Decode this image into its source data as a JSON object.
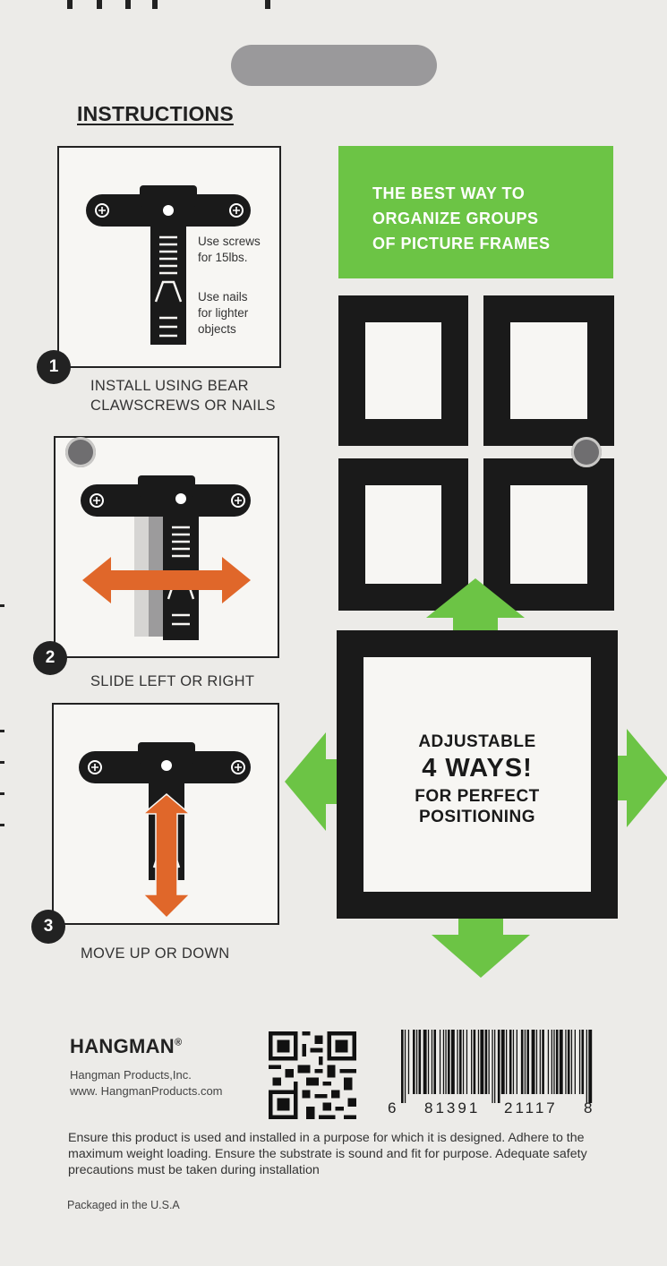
{
  "instructions": {
    "title": "INSTRUCTIONS",
    "steps": [
      {
        "number": "1",
        "caption_line1": "INSTALL USING BEAR",
        "caption_line2": "CLAWSCREWS OR NAILS",
        "note1_line1": "Use screws",
        "note1_line2": "for 15lbs.",
        "note2_line1": "Use nails",
        "note2_line2": "for lighter",
        "note2_line3": "objects"
      },
      {
        "number": "2",
        "caption_line1": "SLIDE LEFT OR RIGHT"
      },
      {
        "number": "3",
        "caption_line1": "MOVE UP OR DOWN"
      }
    ]
  },
  "promo": {
    "line1": "THE BEST WAY TO",
    "line2": "ORGANIZE GROUPS",
    "line3": "OF PICTURE FRAMES",
    "adjust_line1": "ADJUSTABLE",
    "adjust_line2": "4 WAYS!",
    "adjust_line3": "FOR PERFECT",
    "adjust_line4": "POSITIONING"
  },
  "footer": {
    "brand": "HANGMAN",
    "brand_mark": "®",
    "company": "Hangman Products,Inc.",
    "website": "www. HangmanProducts.com",
    "barcode_digits": [
      "6",
      "81391",
      "21117",
      "8"
    ],
    "warning": "Ensure this product is used and installed in a purpose for which it is designed. Adhere to the maximum weight loading. Ensure the substrate is sound and fit for purpose. Adequate safety precautions must be taken during installation",
    "packaged": "Packaged in the U.S.A"
  },
  "colors": {
    "background": "#ecebe8",
    "green": "#6cc445",
    "orange": "#e0672a",
    "black": "#1a1a1a"
  }
}
